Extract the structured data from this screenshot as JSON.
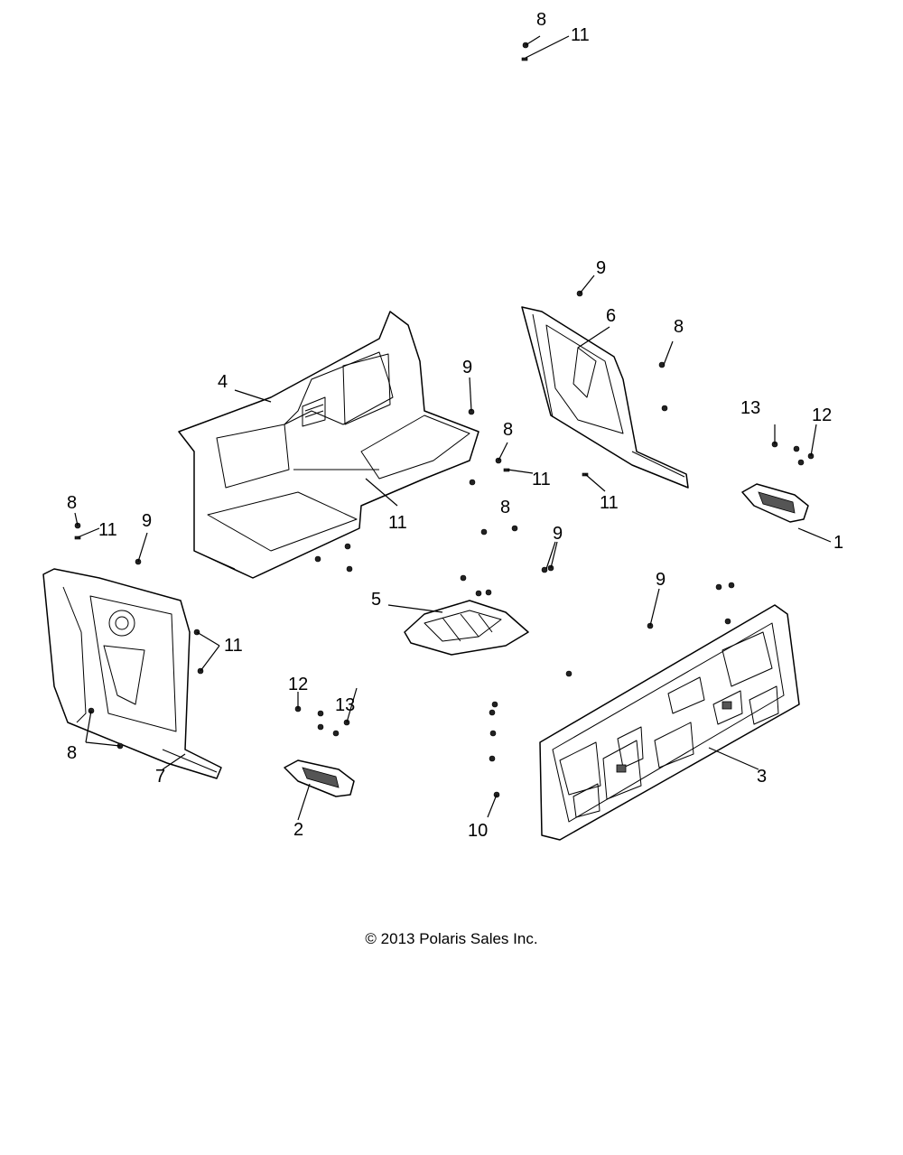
{
  "callouts": [
    {
      "id": "c1",
      "label": "1"
    },
    {
      "id": "c2",
      "label": "2"
    },
    {
      "id": "c3",
      "label": "3"
    },
    {
      "id": "c4",
      "label": "4"
    },
    {
      "id": "c5",
      "label": "5"
    },
    {
      "id": "c6",
      "label": "6"
    },
    {
      "id": "c7",
      "label": "7"
    },
    {
      "id": "c8a",
      "label": "8"
    },
    {
      "id": "c8b",
      "label": "8"
    },
    {
      "id": "c8c",
      "label": "8"
    },
    {
      "id": "c8d",
      "label": "8"
    },
    {
      "id": "c8e",
      "label": "8"
    },
    {
      "id": "c8f",
      "label": "8"
    },
    {
      "id": "c9a",
      "label": "9"
    },
    {
      "id": "c9b",
      "label": "9"
    },
    {
      "id": "c9c",
      "label": "9"
    },
    {
      "id": "c9d",
      "label": "9"
    },
    {
      "id": "c9e",
      "label": "9"
    },
    {
      "id": "c10",
      "label": "10"
    },
    {
      "id": "c11a",
      "label": "11"
    },
    {
      "id": "c11b",
      "label": "11"
    },
    {
      "id": "c11c",
      "label": "11"
    },
    {
      "id": "c11d",
      "label": "11"
    },
    {
      "id": "c11e",
      "label": "11"
    },
    {
      "id": "c11f",
      "label": "11"
    },
    {
      "id": "c12a",
      "label": "12"
    },
    {
      "id": "c12b",
      "label": "12"
    },
    {
      "id": "c13a",
      "label": "13"
    },
    {
      "id": "c13b",
      "label": "13"
    }
  ],
  "copyright": "© 2013 Polaris Sales Inc."
}
